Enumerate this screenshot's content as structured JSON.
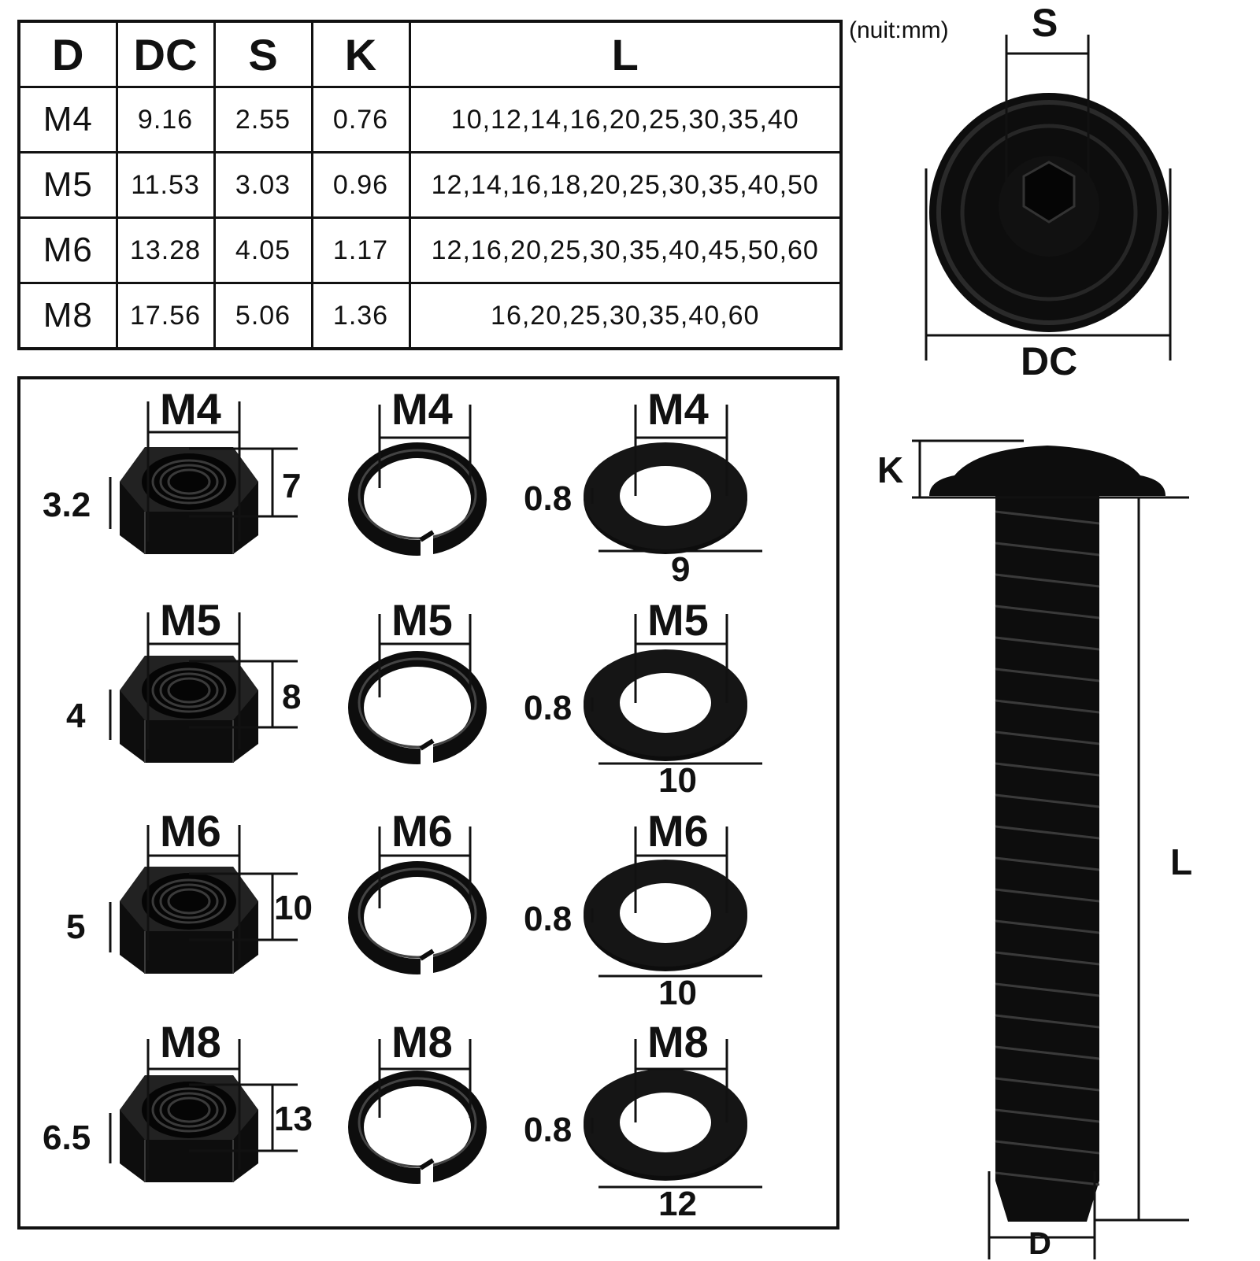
{
  "unit_note": "(nuit:mm)",
  "table": {
    "headers": [
      "D",
      "DC",
      "S",
      "K",
      "L"
    ],
    "rows": [
      [
        "M4",
        "9.16",
        "2.55",
        "0.76",
        "10,12,14,16,20,25,30,35,40"
      ],
      [
        "M5",
        "11.53",
        "3.03",
        "0.96",
        "12,14,16,18,20,25,30,35,40,50"
      ],
      [
        "M6",
        "13.28",
        "4.05",
        "1.17",
        "12,16,20,25,30,35,40,45,50,60"
      ],
      [
        "M8",
        "17.56",
        "5.06",
        "1.36",
        "16,20,25,30,35,40,60"
      ]
    ]
  },
  "parts": [
    {
      "size": "M4",
      "nut_thickness": "3.2",
      "nut_width": "7",
      "washer_thickness": "0.8",
      "washer_od": "9"
    },
    {
      "size": "M5",
      "nut_thickness": "4",
      "nut_width": "8",
      "washer_thickness": "0.8",
      "washer_od": "10"
    },
    {
      "size": "M6",
      "nut_thickness": "5",
      "nut_width": "10",
      "washer_thickness": "0.8",
      "washer_od": "10"
    },
    {
      "size": "M8",
      "nut_thickness": "6.5",
      "nut_width": "13",
      "washer_thickness": "0.8",
      "washer_od": "12"
    }
  ],
  "screw_labels": {
    "s": "S",
    "dc": "DC",
    "k": "K",
    "l": "L",
    "d": "D"
  },
  "colors": {
    "metal": "#0d0d0d",
    "highlight": "#5a5a5a"
  }
}
